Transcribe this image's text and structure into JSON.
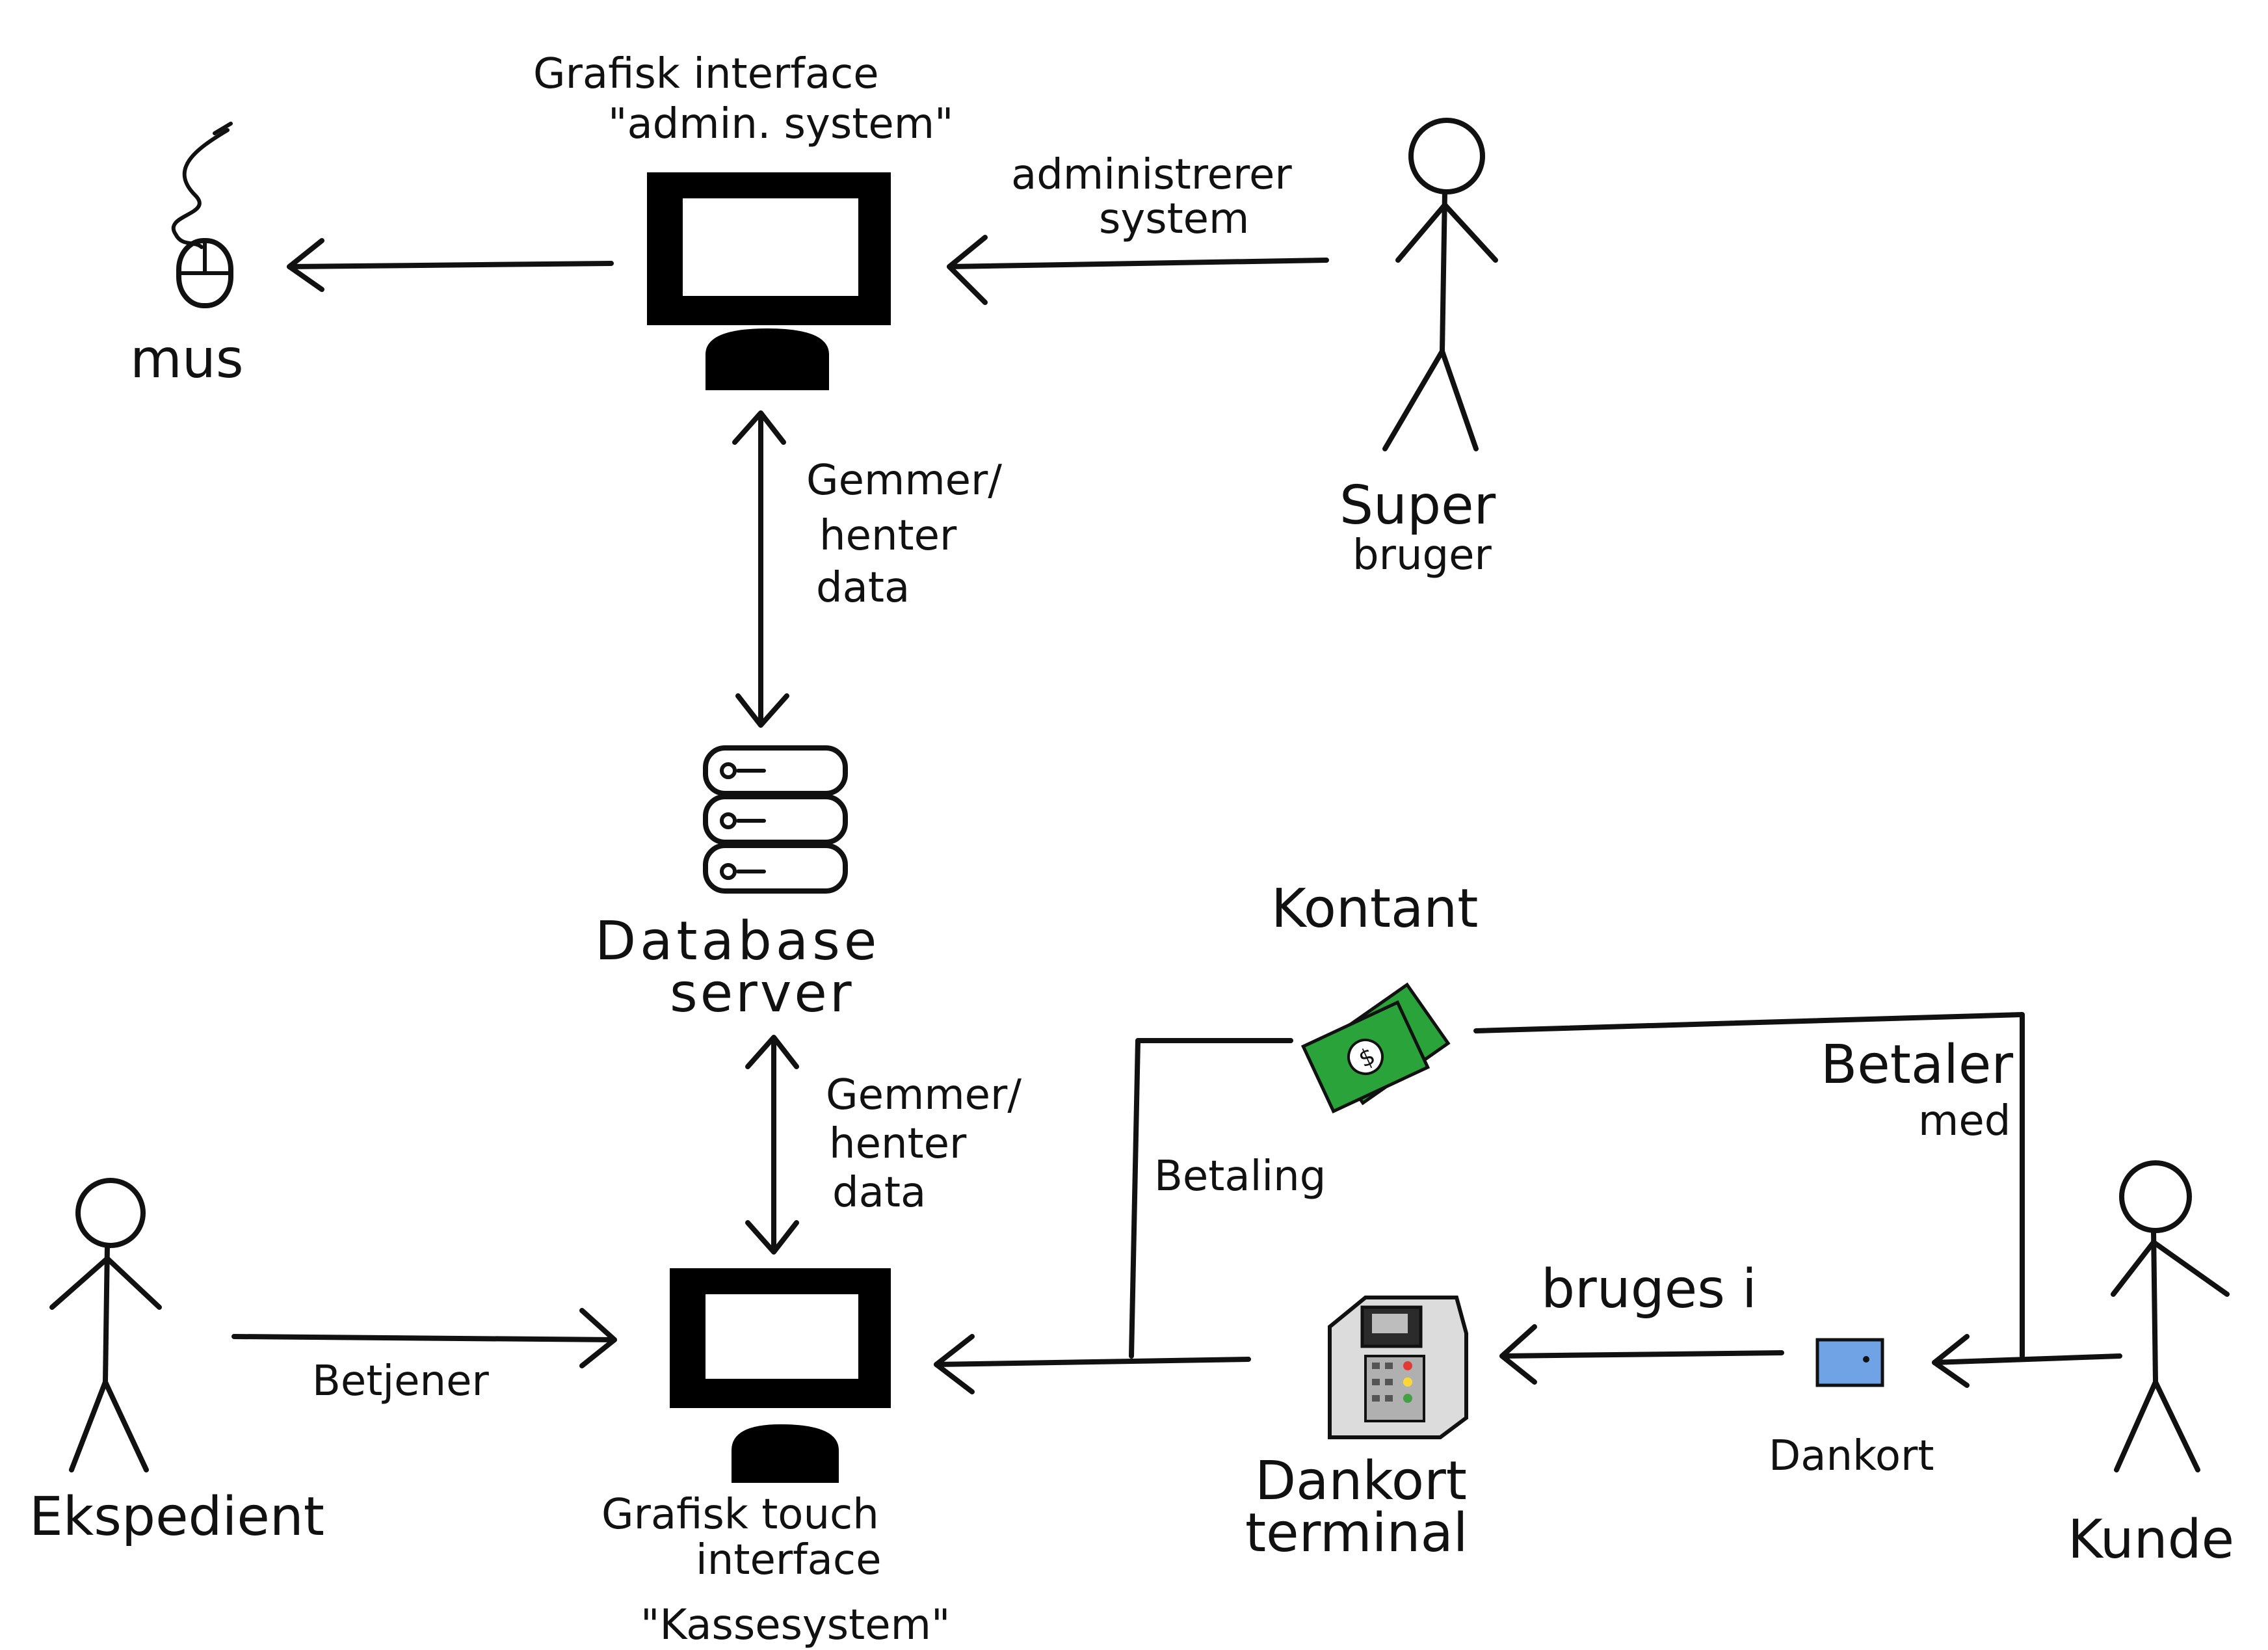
{
  "colors": {
    "ink": "#111111",
    "cash_green": "#2aa33a",
    "card_blue": "#6fa3e6",
    "server_fill": "#f1f1f1"
  },
  "nodes": {
    "mouse": {
      "label": "mus",
      "icon": "mouse-icon"
    },
    "admin_monitor": {
      "label_line1": "Grafisk  interface",
      "label_line2": "\"admin.  system\"",
      "icon": "monitor-icon"
    },
    "super_user": {
      "label_line1": "Super",
      "label_line2": "bruger",
      "icon": "stick-figure-icon"
    },
    "database": {
      "label_line1": "Database",
      "label_line2": "server",
      "icon": "server-stack-icon"
    },
    "clerk": {
      "label": "Ekspedient",
      "icon": "stick-figure-icon"
    },
    "touch_monitor": {
      "label_line1": "Grafisk  touch",
      "label_line2": "interface",
      "label_line3": "\"Kassesystem\"",
      "icon": "monitor-icon"
    },
    "cash": {
      "label": "Kontant",
      "icon": "banknotes-icon"
    },
    "card_terminal": {
      "label_line1": "Dankort",
      "label_line2": "terminal",
      "icon": "card-terminal-icon"
    },
    "card": {
      "label": "Dankort",
      "icon": "card-icon"
    },
    "customer": {
      "label": "Kunde",
      "icon": "stick-figure-icon"
    }
  },
  "edges": {
    "administers": {
      "label_line1": "administrerer",
      "label_line2": "system"
    },
    "store_fetch_top": {
      "label_line1": "Gemmer/",
      "label_line2": "henter",
      "label_line3": "data"
    },
    "store_fetch_bottom": {
      "label_line1": "Gemmer/",
      "label_line2": "henter",
      "label_line3": "data"
    },
    "serves": {
      "label": "Betjener"
    },
    "payment": {
      "label": "Betaling"
    },
    "pays_with": {
      "label_line1": "Betaler",
      "label_line2": "med"
    },
    "used_in": {
      "label": "bruges  i"
    }
  }
}
